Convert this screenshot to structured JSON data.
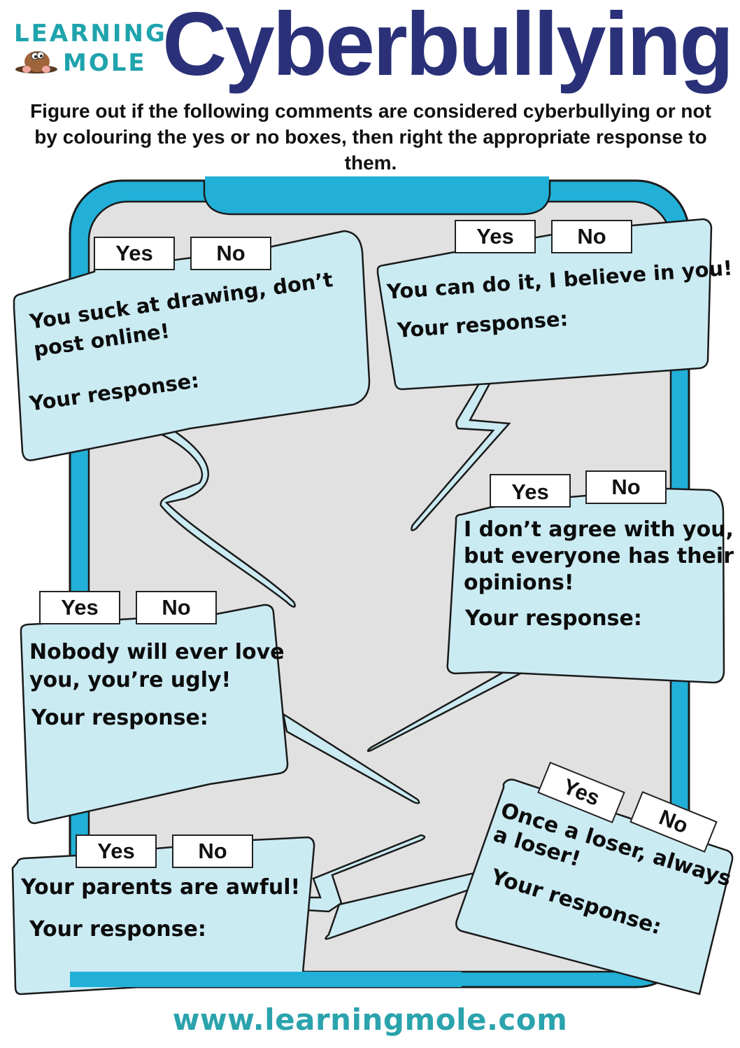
{
  "logo": {
    "line1": "LEARNING",
    "line2": "MOLE"
  },
  "title": "Cyberbullying",
  "instructions": "Figure out if the following comments are considered cyberbullying or not by colouring the yes or no boxes, then right the appropriate response to them.",
  "colors": {
    "title": "#2a3178",
    "brand_teal": "#1fa3ad",
    "phone_frame": "#22b0d8",
    "phone_screen": "#e1e1e1",
    "bubble_fill": "#cbebf3",
    "outline": "#1a1a1a"
  },
  "bubbles": [
    {
      "comment": "You suck at drawing, don’t post online!",
      "line1": "You suck at drawing, don’t",
      "line2": "post online!",
      "response_label": "Your response:",
      "yes_label": "Yes",
      "no_label": "No"
    },
    {
      "comment": "You can do it, I believe in you!",
      "line1": "You can do it, I believe in you!",
      "response_label": "Your response:",
      "yes_label": "Yes",
      "no_label": "No"
    },
    {
      "comment": "I don’t agree with you, but everyone has their opinions!",
      "line1": "I don’t agree with you,",
      "line2": "but everyone has their",
      "line3": "opinions!",
      "response_label": "Your response:",
      "yes_label": "Yes",
      "no_label": "No"
    },
    {
      "comment": "Nobody will ever love you, you’re ugly!",
      "line1": "Nobody will ever love",
      "line2": "you, you’re ugly!",
      "response_label": "Your response:",
      "yes_label": "Yes",
      "no_label": "No"
    },
    {
      "comment": "Your parents are awful!",
      "line1": "Your parents are awful!",
      "response_label": "Your response:",
      "yes_label": "Yes",
      "no_label": "No"
    },
    {
      "comment": "Once a loser, always a loser!",
      "line1": "Once a loser, always",
      "line2": "a loser!",
      "response_label": "Your response:",
      "yes_label": "Yes",
      "no_label": "No"
    }
  ],
  "footer": {
    "url": "www.learningmole.com"
  }
}
